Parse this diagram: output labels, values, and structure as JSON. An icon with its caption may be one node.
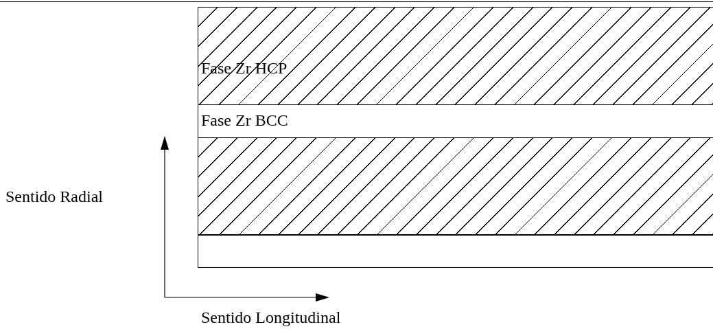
{
  "diagram": {
    "nodes": [
      {
        "text": [
          "Fase Zr HCP"
        ]
      },
      {
        "text": [
          "Fase Zr BCC"
        ]
      },
      {
        "text": [],
        "shape": "box"
      },
      {
        "text": [],
        "shape": "box"
      }
    ],
    "labels": [
      "Sentido Radial",
      "Sentido Longitudinal"
    ]
  }
}
